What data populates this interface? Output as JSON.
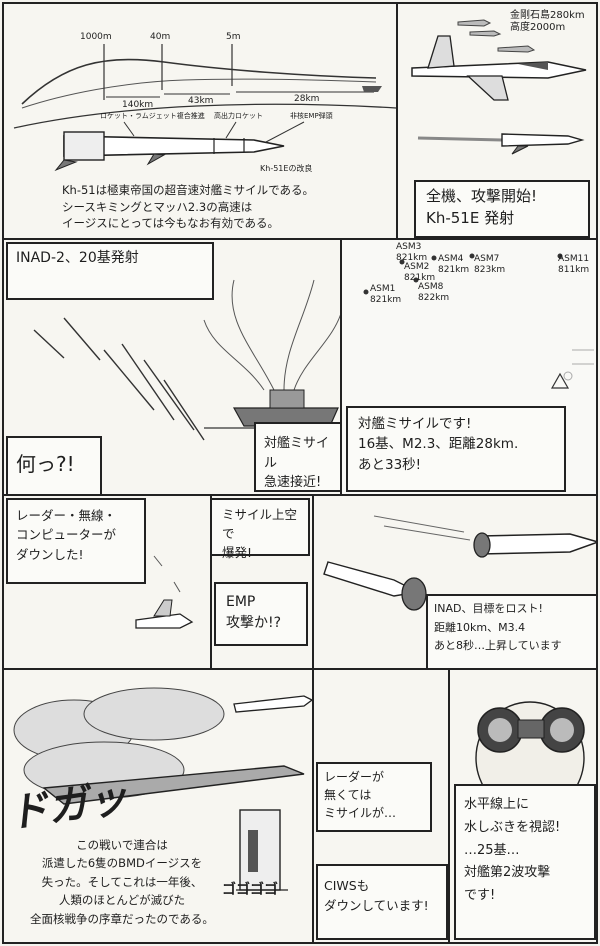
{
  "page": {
    "panel1": {
      "altitudes": [
        "1000m",
        "40m",
        "5m"
      ],
      "distances": [
        "140km",
        "43km",
        "28km"
      ],
      "missile_parts": [
        "ロケット・ラムジェット複合推進",
        "高出力ロケット",
        "非核EMP弾頭"
      ],
      "missile_name": "Kh-51Eの改良",
      "caption": "Kh-51は極東帝国の超音速対艦ミサイルである。\nシースキミングとマッハ2.3の高速は\nイージスにとっては今もなお有効である。"
    },
    "panel2": {
      "note": "金剛石島280km\n高度2000m",
      "speech": "全機、攻撃開始!\nKh-51E 発射"
    },
    "panel3": {
      "caption": "INAD-2、20基発射"
    },
    "panel4": {
      "targets": [
        {
          "id": "ASM1",
          "dist": "821km"
        },
        {
          "id": "ASM2",
          "dist": "821km"
        },
        {
          "id": "ASM3",
          "dist": "821km"
        },
        {
          "id": "ASM4",
          "dist": "821km"
        },
        {
          "id": "ASM7",
          "dist": "823km"
        },
        {
          "id": "ASM8",
          "dist": "822km"
        },
        {
          "id": "ASM11",
          "dist": "811km"
        }
      ],
      "speech": "対艦ミサイルです!\n16基、M2.3、距離28km.\nあと33秒!"
    },
    "panel5": {
      "speech_left": "何っ?!",
      "speech_right": "対艦ミサイル\n急速接近!"
    },
    "panel6": {
      "speech": "レーダー・無線・\nコンピューターが\nダウンした!"
    },
    "panel7": {
      "speech_top": "ミサイル上空で\n爆発!",
      "speech_bottom": "EMP\n攻撃か!?"
    },
    "panel8": {
      "speech": "INAD、目標をロスト!\n距離10km、M3.4\nあと8秒…上昇しています"
    },
    "panel9": {
      "sfx": "ドガッ",
      "sfx2": "ゴゴゴゴ",
      "caption": "この戦いで連合は\n派遣した6隻のBMDイージスを\n失った。そしてこれは一年後、\n人類のほとんどが滅びた\n全面核戦争の序章だったのである。"
    },
    "panel10": {
      "speech_top": "レーダーが\n無くては\nミサイルが…",
      "speech_bottom": "CIWSも\nダウンしています!"
    },
    "panel11": {
      "speech": "水平線上に\n水しぶきを視認!\n…25基…\n対艦第2波攻撃\nです!"
    }
  }
}
